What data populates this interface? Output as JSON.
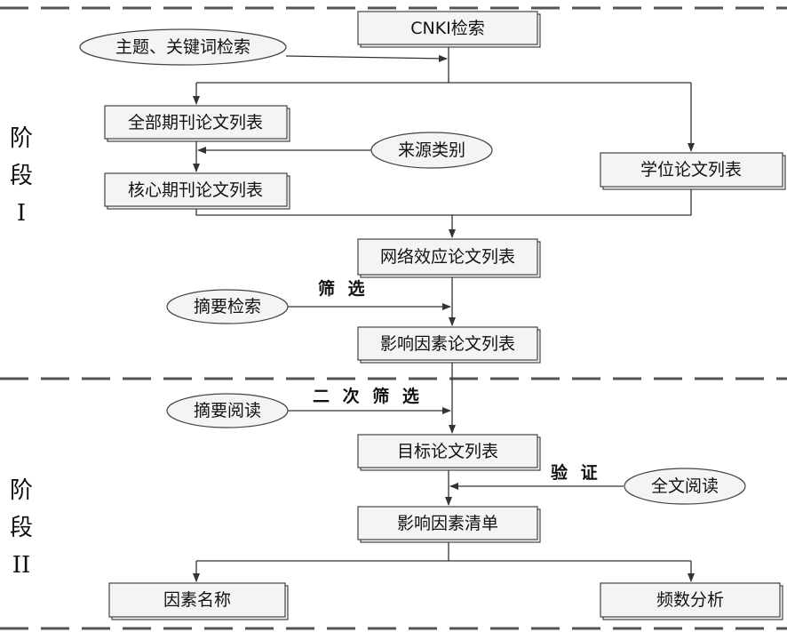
{
  "stage1": {
    "char1": "阶",
    "char2": "段",
    "numeral": "I"
  },
  "stage2": {
    "char1": "阶",
    "char2": "段",
    "numeral": "II"
  },
  "boxes": {
    "cnki": "CNKI检索",
    "all_journal": "全部期刊论文列表",
    "core_journal": "核心期刊论文列表",
    "degree": "学位论文列表",
    "network_effect": "网络效应论文列表",
    "influence_papers": "影响因素论文列表",
    "target_papers": "目标论文列表",
    "factor_list": "影响因素清单",
    "factor_name": "因素名称",
    "frequency": "频数分析"
  },
  "ovals": {
    "topic_keyword": "主题、关键词检索",
    "source_type": "来源类别",
    "abstract_search": "摘要检索",
    "abstract_read": "摘要阅读",
    "fulltext_read": "全文阅读"
  },
  "labels": {
    "filter": "筛 选",
    "second_filter": "二 次 筛 选",
    "verify": "验 证"
  }
}
